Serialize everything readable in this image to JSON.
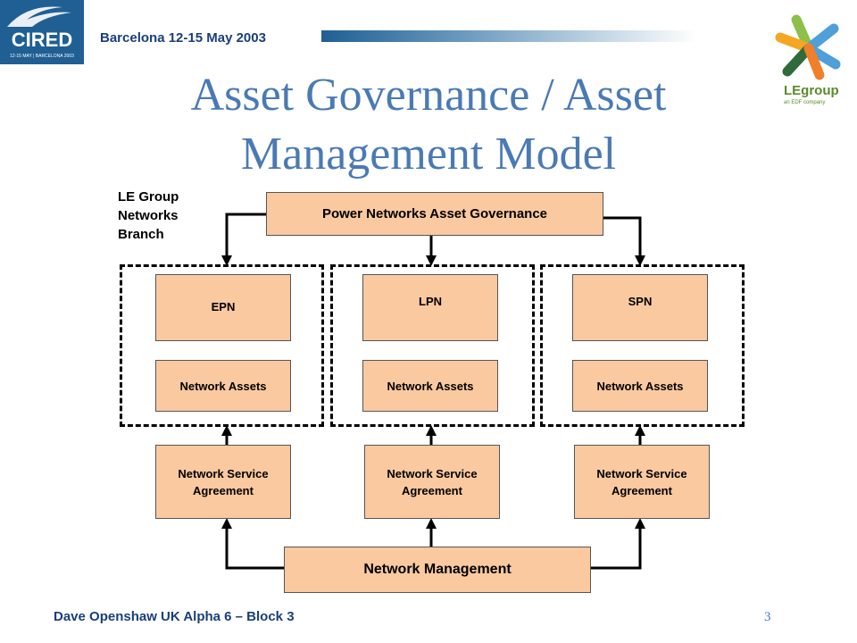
{
  "header": {
    "logo_text": "CIRED",
    "logo_subtext": "12-15 MAY | BARCELONA 2003",
    "conference": "Barcelona  12-15 May 2003",
    "partner_logo_main": "LEgroup",
    "partner_logo_sub": "an EDF company"
  },
  "slide": {
    "title_line1": "Asset Governance / Asset",
    "title_line2": "Management Model"
  },
  "diagram": {
    "branch_label": [
      "LE Group",
      "Networks",
      "Branch"
    ],
    "governance": "Power Networks Asset Governance",
    "columns": [
      {
        "company": "EPN",
        "assets": "Network Assets",
        "agreement": "Network Service Agreement"
      },
      {
        "company": "LPN",
        "assets": "Network Assets",
        "agreement": "Network Service Agreement"
      },
      {
        "company": "SPN",
        "assets": "Network Assets",
        "agreement": "Network Service Agreement"
      }
    ],
    "management": "Network Management"
  },
  "footer": {
    "presenter": "Dave Openshaw  UK  Alpha 6 – Block 3",
    "page": "3"
  },
  "colors": {
    "box_fill": "#fac9a0",
    "title": "#4a7ab4",
    "header_text": "#1a3f7a",
    "logo_bg": "#1f5f94"
  }
}
